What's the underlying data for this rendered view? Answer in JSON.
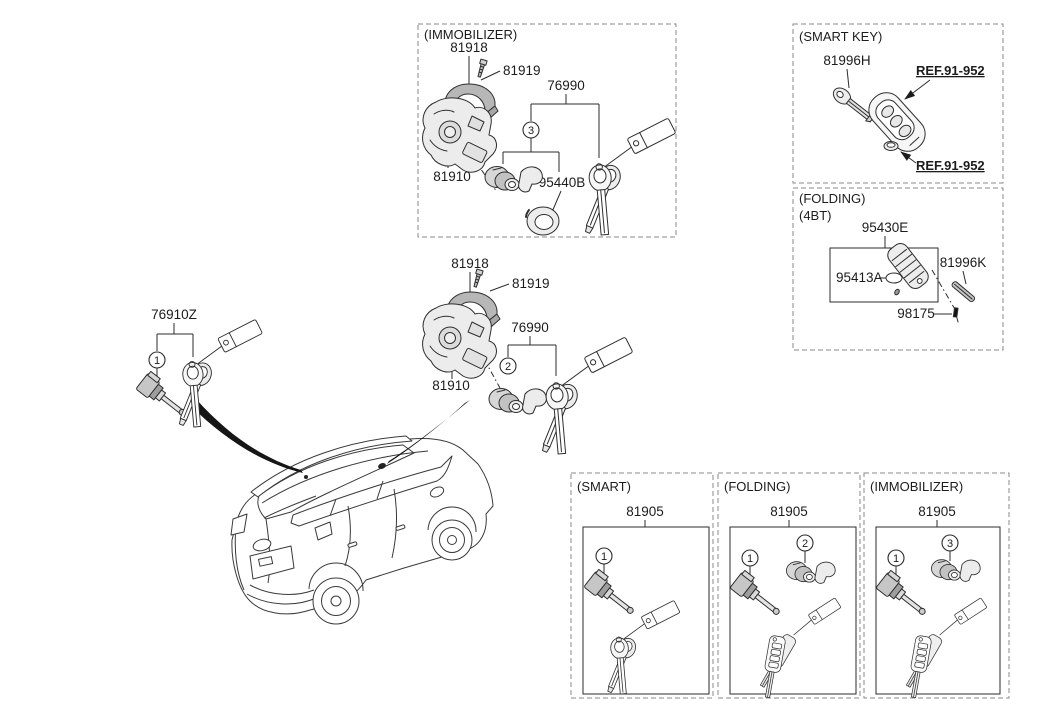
{
  "diagram": {
    "accent_line_color": "#2b2b2b",
    "box_immobilizer": {
      "title": "(IMMOBILIZER)",
      "parts": {
        "p81918": "81918",
        "p81919": "81919",
        "p76990": "76990",
        "p81910": "81910",
        "p95440b": "95440B"
      },
      "callout": "3"
    },
    "box_smart_key": {
      "title": "(SMART KEY)",
      "parts": {
        "p81996h": "81996H",
        "ref_fob": "REF.91-952",
        "ref_battery": "REF.91-952"
      }
    },
    "box_folding": {
      "title_line1": "(FOLDING)",
      "title_line2": "(4BT)",
      "parts": {
        "p95430e": "95430E",
        "p95413a": "95413A",
        "p81996k": "81996K",
        "p98175": "98175"
      }
    },
    "ignition_group": {
      "parts": {
        "p81918": "81918",
        "p81919": "81919",
        "p76990": "76990",
        "p81910": "81910"
      },
      "callout": "2"
    },
    "door_key_group": {
      "part": "76910Z",
      "callout": "1"
    },
    "kit_smart": {
      "title": "(SMART)",
      "part": "81905",
      "callout_1": "1"
    },
    "kit_folding": {
      "title": "(FOLDING)",
      "part": "81905",
      "callout_1": "1",
      "callout_2": "2"
    },
    "kit_immobilizer": {
      "title": "(IMMOBILIZER)",
      "part": "81905",
      "callout_1": "1",
      "callout_3": "3"
    }
  }
}
